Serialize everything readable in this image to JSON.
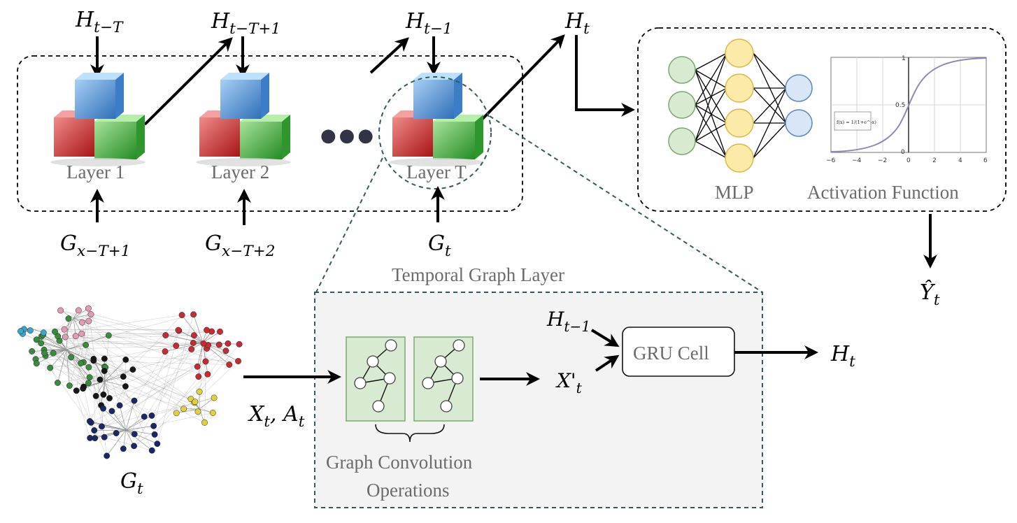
{
  "top": {
    "inputs_h": [
      "H_{t-T}",
      "H_{t-T+1}",
      "H_{t-1}"
    ],
    "output_h": "H_t",
    "layers": [
      "Layer 1",
      "Layer 2",
      "Layer T"
    ],
    "graphs": [
      "G_{x-T+1}",
      "G_{x-T+2}",
      "G_t"
    ],
    "ellipsis": "●●●"
  },
  "mlp_box": {
    "mlp_label": "MLP",
    "activation_label": "Activation Function",
    "output": "Ŷ_t",
    "sigmoid_formula": "f(x) = 1/(1+e^-x)",
    "x_ticks": [
      "−6",
      "−4",
      "−2",
      "0",
      "2",
      "4",
      "6"
    ],
    "y_ticks": [
      "0",
      "0.5",
      "1"
    ]
  },
  "bottom": {
    "graph_label": "G_t",
    "input_label": "X_t, A_t",
    "temporal_title": "Temporal Graph Layer",
    "gc_label_line1": "Graph Convolution",
    "gc_label_line2": "Operations",
    "hidden_in": "H_{t-1}",
    "x_prime": "X'_t",
    "gru_label": "GRU Cell",
    "h_out": "H_t"
  },
  "colors": {
    "cube_blue": "#3f86d8",
    "cube_red": "#d42a2a",
    "cube_green": "#3fae3f",
    "mlp_green": "#d8ead2",
    "mlp_yellow": "#fbeaa8",
    "mlp_blue": "#d9e6f6",
    "panel_gray": "#f3f3f3",
    "dashed_teal": "#2f5d5b",
    "gc_green": "#d8ead2"
  }
}
